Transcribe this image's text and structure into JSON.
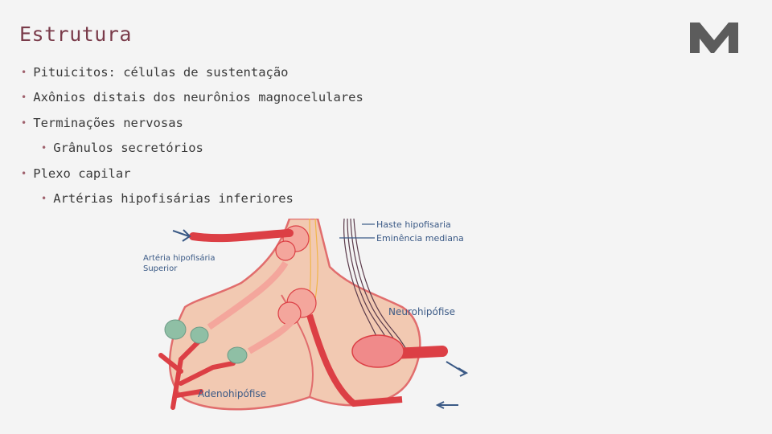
{
  "slide": {
    "title": "Estrutura",
    "bullets": [
      {
        "text": "Pituicitos: células de sustentação",
        "level": 1
      },
      {
        "text": "Axônios distais dos neurônios magnocelulares",
        "level": 1
      },
      {
        "text": "Terminações nervosas",
        "level": 1
      },
      {
        "text": "Grânulos secretórios",
        "level": 2
      },
      {
        "text": "Plexo capilar",
        "level": 1
      },
      {
        "text": "Artérias hipofisárias inferiores",
        "level": 2
      }
    ]
  },
  "figure": {
    "labels": {
      "haste": "Haste hipofisaria",
      "eminencia": "Eminência mediana",
      "arteria": "Artéria hipofisária",
      "superior": "Superior",
      "neurohipofise": "Neurohipófise",
      "adenohipofise": "Adenohipófise"
    }
  },
  "colors": {
    "title": "#7a3b4a",
    "bullet": "#a0626e",
    "text": "#3a3a3a",
    "gland": "#f2c9b2",
    "outline": "#e16d6d",
    "vessel": "#dc3f45",
    "cell": "#8fbfa5",
    "nerve": "#5a3a4a",
    "label": "#3b5a86",
    "logo": "#5c5c5c"
  }
}
